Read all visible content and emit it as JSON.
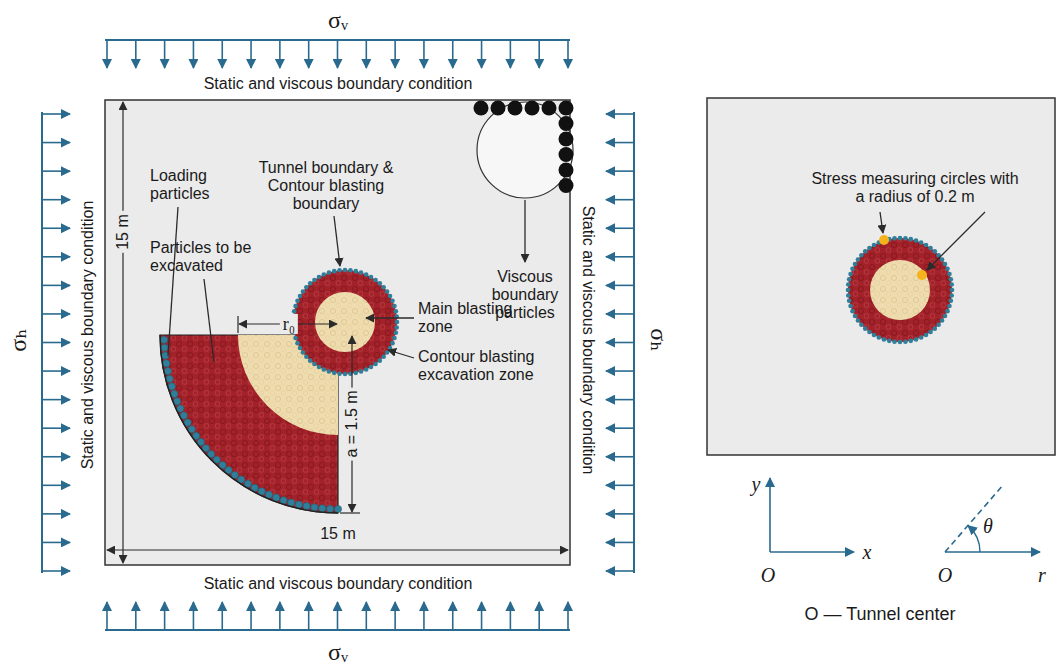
{
  "diagram": {
    "labels": [
      "σᵥ",
      "Static and viscous boundary condition",
      "Static and viscous boundary condition",
      "Static and viscous boundary condition",
      "Static and viscous boundary condition",
      "σᵥ",
      "σₕ",
      "σₕ",
      "Loading particles",
      "Particles to be excavated",
      "15 m",
      "Tunnel boundary & Contour blasting boundary",
      "Viscous boundary particles",
      "r₀",
      "Main blasting zone",
      "Contour blasting excavation zone",
      "a = 1.5 m",
      "15 m",
      "Stress measuring circles with a radius of 0.2 m",
      "y",
      "x",
      "O",
      "θ",
      "O",
      "r",
      "O — Tunnel center"
    ]
  }
}
